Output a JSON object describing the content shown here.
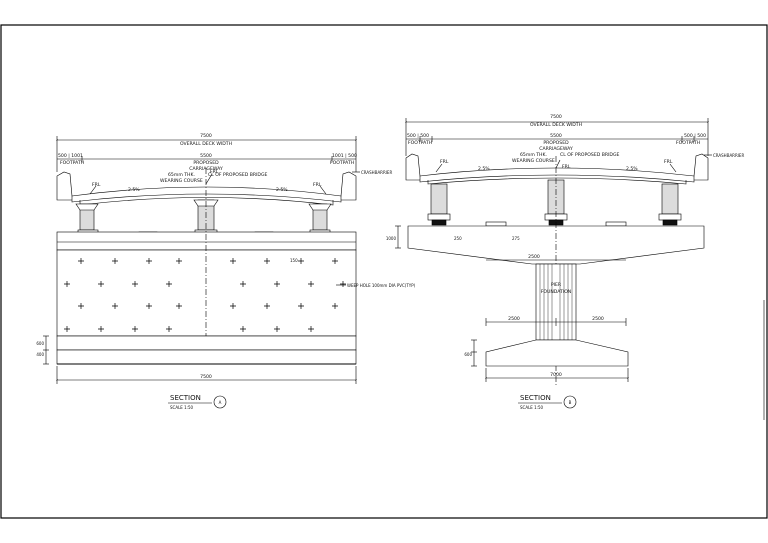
{
  "section_a": {
    "overall_width_dim": "7500",
    "overall_deck_width": "OVERALL DECK WIDTH",
    "left_dims": "500 | 1001",
    "right_dims": "1001 | 500",
    "footpath": "FOOTPATH",
    "carriageway_dim": "5500",
    "proposed": "PROPOSED",
    "carriageway": "CARRIAGEWAY",
    "wearing_thk": "65mm THK.",
    "wearing_course": "WEARING COURSE",
    "cl_bridge": "CL OF PROPOSED BRIDGE",
    "frl": "FRL",
    "slope_left": "2.5%",
    "slope_right": "2.5%",
    "crash_barrier": "CRASHBARRIER",
    "weep_hole": "WEEP HOLE 100mm DIA PVC(TYP)",
    "dim_150": "150",
    "dim_400": "400",
    "dim_600": "600",
    "bottom_width": "7500",
    "section_title": "SECTION",
    "section_letter": "A",
    "scale": "SCALE 1:50"
  },
  "section_b": {
    "overall_width_dim": "7500",
    "overall_deck_width": "OVERALL DECK WIDTH",
    "left_dims": "500 | 500",
    "right_dims": "500 | 500",
    "footpath": "FOOTPATH",
    "carriageway_dim": "5500",
    "proposed": "PROPOSED",
    "carriageway": "CARRIAGEWAY",
    "wearing_thk": "65mm THK.",
    "wearing_course": "WEARING COURSE",
    "cl_bridge": "CL OF PROPOSED BRIDGE",
    "frl": "FRL",
    "slope_left": "2.5%",
    "slope_right": "2.5%",
    "crash_barrier": "CRASHBARRIER",
    "cap_width": "2500",
    "pier_label_1": "PIER",
    "pier_label_2": "FOUNDATION",
    "half_width_left": "2500",
    "half_width_right": "2500",
    "footing_width": "7000",
    "dim_250": "250",
    "dim_275": "275",
    "dim_1000": "1000",
    "dim_600": "600",
    "section_title": "SECTION",
    "section_letter": "B",
    "scale": "SCALE 1:50"
  }
}
